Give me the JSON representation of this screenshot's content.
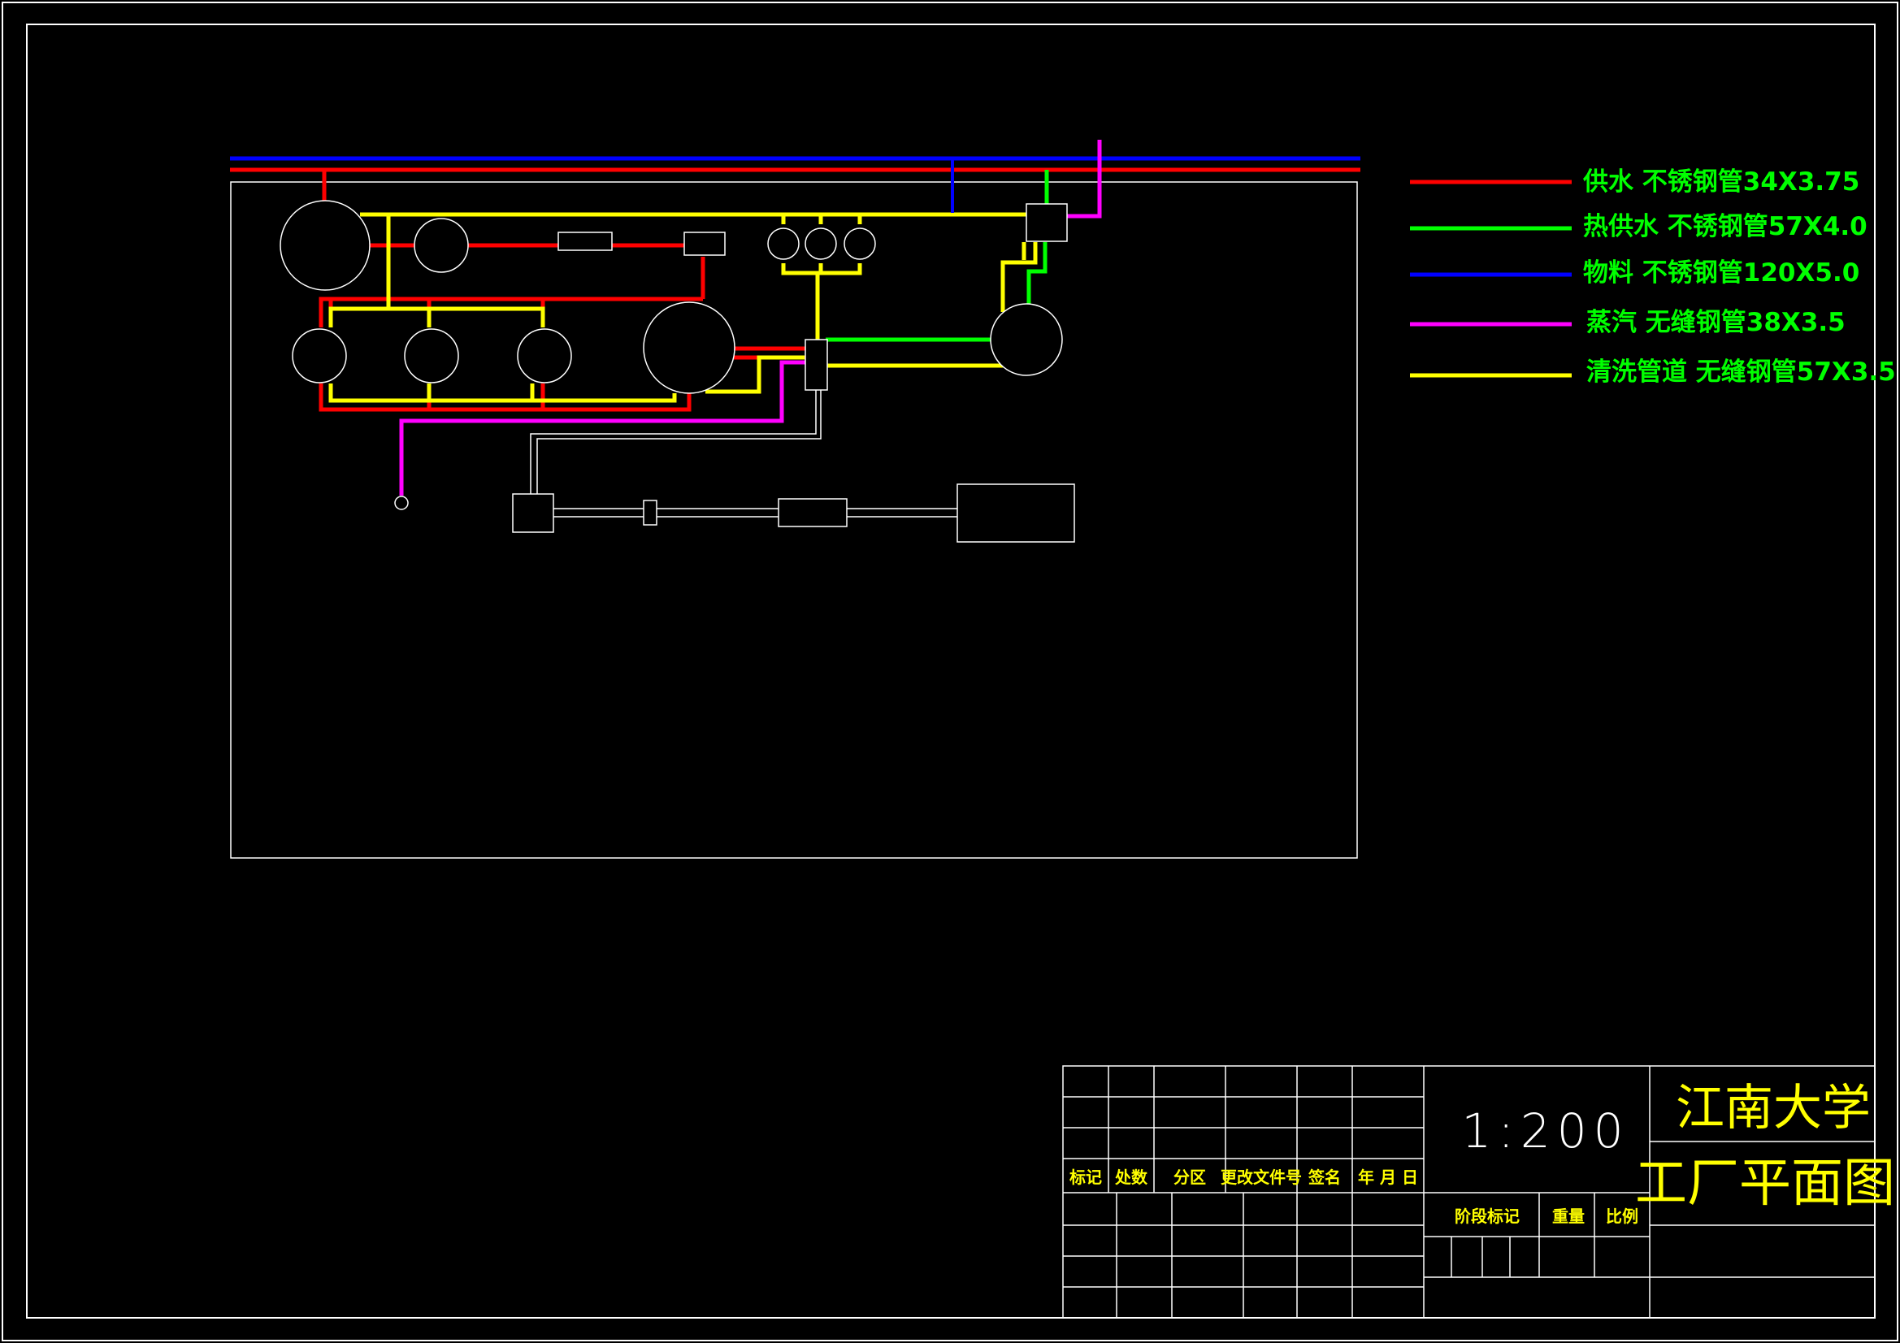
{
  "colors": {
    "background": "#000000",
    "frame": "#ffffff",
    "pipe_red": "#ff0000",
    "pipe_green": "#00ff00",
    "pipe_blue": "#0000ff",
    "pipe_magenta": "#ff00ff",
    "pipe_yellow": "#ffff00",
    "legend_text": "#00ff00",
    "title_text": "#ffff00",
    "scale_text": "#ffffff"
  },
  "legend": [
    {
      "label": "供水  不锈钢管34X3.75",
      "color": "#ff0000"
    },
    {
      "label": "热供水 不锈钢管57X4.0",
      "color": "#00ff00"
    },
    {
      "label": "物料  不锈钢管120X5.0",
      "color": "#0000ff"
    },
    {
      "label": "蒸汽  无缝钢管38X3.5",
      "color": "#ff00ff"
    },
    {
      "label": "清洗管道  无缝钢管57X3.5",
      "color": "#ffff00"
    }
  ],
  "title_block": {
    "school": "江南大学",
    "drawing_title": "工厂平面图",
    "scale": "1:200",
    "revision_headers": [
      "标记",
      "处数",
      "分区",
      "更改文件号",
      "签名",
      "年 月 日"
    ],
    "stage_mark": "阶段标记",
    "weight": "重量",
    "ratio": "比例"
  }
}
